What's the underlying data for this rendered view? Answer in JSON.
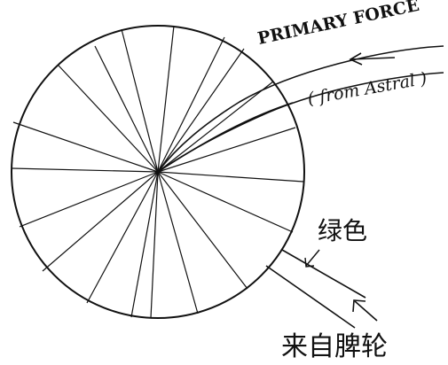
{
  "diagram": {
    "labels": {
      "primary_force": "PRIMARY FORCE",
      "from_astral": "( from Astral )",
      "green": "绿色",
      "from_spleen": "来自脾轮"
    },
    "colors": {
      "ink": "#111111",
      "background": "#ffffff"
    }
  }
}
